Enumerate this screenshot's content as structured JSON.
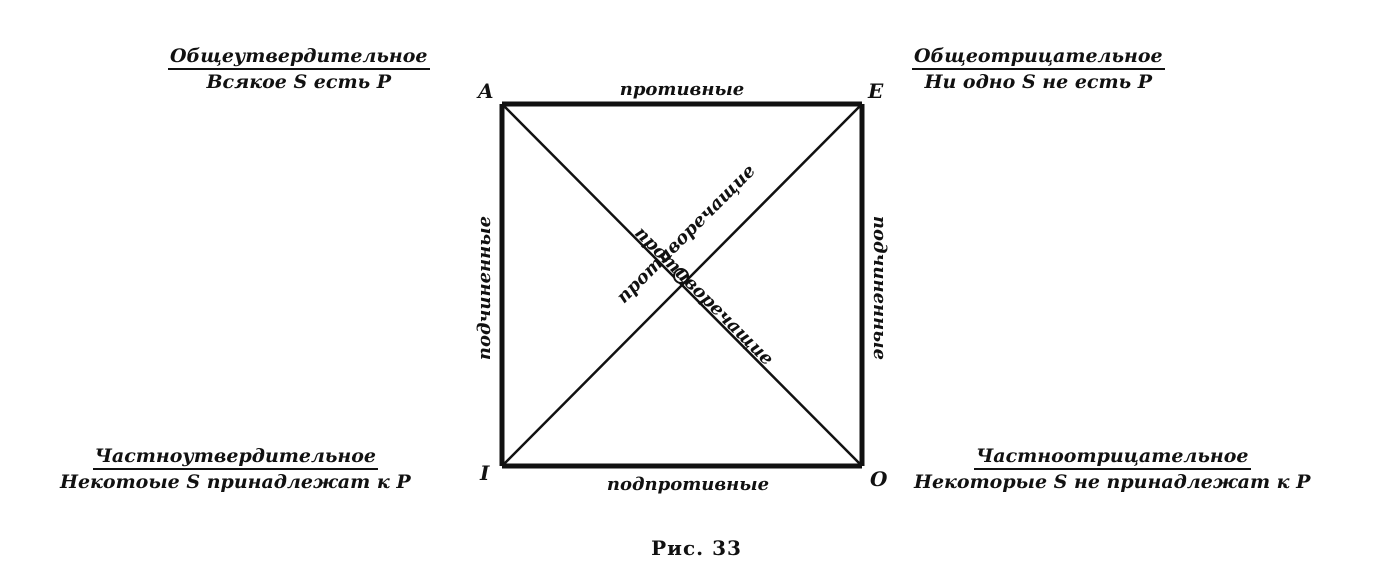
{
  "corners": {
    "a": {
      "vertex": "A",
      "title": "Общеутвердительное",
      "example": "Всякое S есть P"
    },
    "e": {
      "vertex": "E",
      "title": "Общеотрицательное",
      "example": "Ни одно S не есть P"
    },
    "i": {
      "vertex": "I",
      "title": "Частноутвердительное",
      "example": "Некотоые S принадлежат к P"
    },
    "o": {
      "vertex": "O",
      "title": "Частноотрицательное",
      "example": "Некоторые S не принадлежат к P"
    }
  },
  "relations": {
    "top": "противные",
    "bottom": "подпротивные",
    "left": "подчиненные",
    "right": "подчиненные",
    "diagonal_ae": "противоречащие",
    "diagonal_ei": "противоречащие"
  },
  "caption": "Рис. 33"
}
